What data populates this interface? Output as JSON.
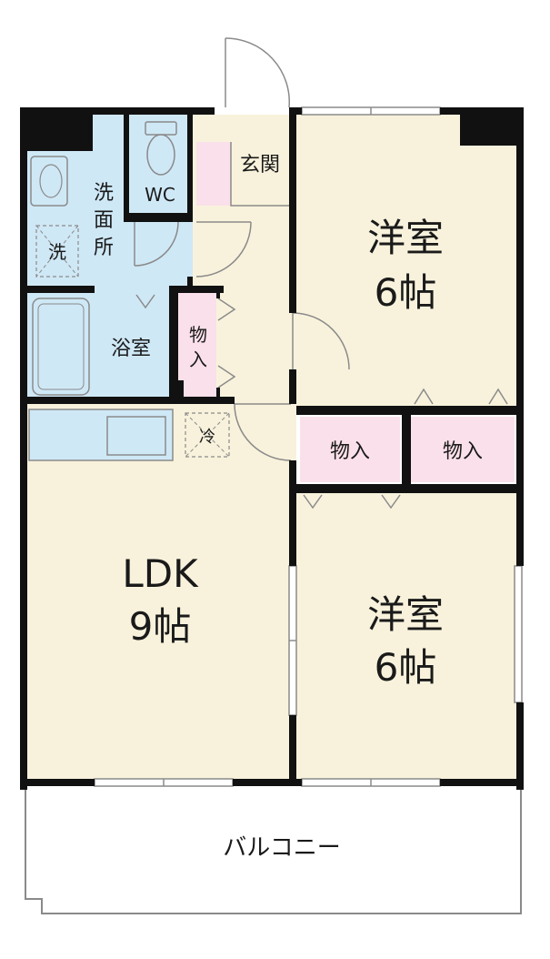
{
  "colors": {
    "floor": "#f8f2dc",
    "wet_area": "#cfe8f6",
    "entrance": "#fae0ea",
    "storage": "#fae0ea",
    "wall": "#111111",
    "thin_line": "#8a8a8a"
  },
  "rooms": {
    "western_room_1": {
      "name": "洋室",
      "size": "6帖"
    },
    "western_room_2": {
      "name": "洋室",
      "size": "6帖"
    },
    "ldk": {
      "name": "LDK",
      "size": "9帖"
    },
    "entrance": {
      "name": "玄関"
    },
    "washroom": {
      "name": "洗面所",
      "chars": [
        "洗",
        "面",
        "所"
      ]
    },
    "toilet": {
      "name": "WC"
    },
    "bathroom": {
      "name": "浴室"
    },
    "storage_small": {
      "name": "物入",
      "chars": [
        "物",
        "入"
      ]
    },
    "storage_left": {
      "name": "物入"
    },
    "storage_right": {
      "name": "物入"
    },
    "balcony": {
      "name": "バルコニー"
    }
  },
  "fixtures": {
    "washer_space": "洗",
    "fridge_space": "冷"
  }
}
